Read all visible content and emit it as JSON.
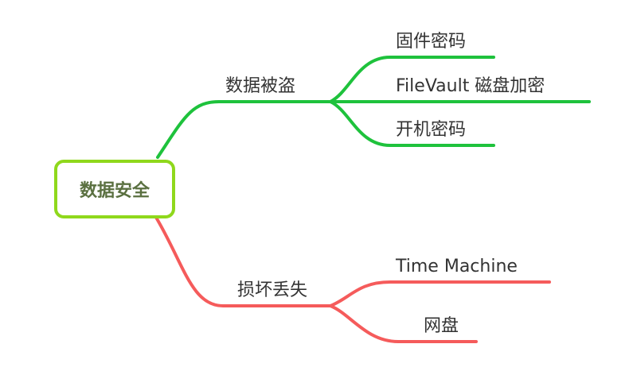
{
  "root": {
    "label": "数据安全"
  },
  "branches": [
    {
      "label": "数据被盗",
      "color": "#1ec23c",
      "children": [
        "固件密码",
        "FileVault 磁盘加密",
        "开机密码"
      ]
    },
    {
      "label": "损坏丢失",
      "color": "#f55b5b",
      "children": [
        "Time Machine",
        "网盘"
      ]
    }
  ]
}
